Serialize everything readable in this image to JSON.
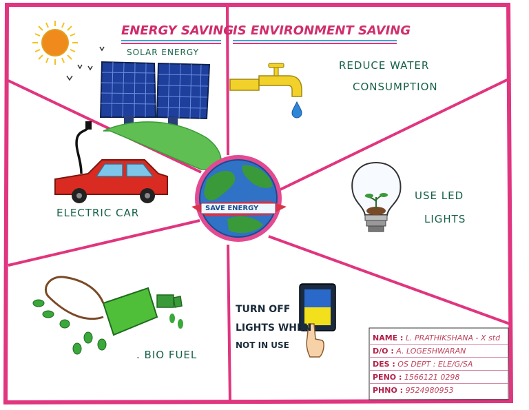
{
  "poster": {
    "title_left": "ENERGY SAVING",
    "title_right": "IS ENVIRONMENT SAVING",
    "solar_label": "SOLAR ENERGY",
    "water_label_line1": "REDUCE WATER",
    "water_label_line2": "CONSUMPTION",
    "car_label": "ELECTRIC CAR",
    "led_label_line1": "USE LED",
    "led_label_line2": "LIGHTS",
    "biofuel_label": ". BIO FUEL",
    "lights_label_line1": "TURN OFF",
    "lights_label_line2": "LIGHTS WHEN",
    "lights_label_line3": "NOT IN USE",
    "globe_banner": "SAVE ENERGY"
  },
  "info_box": {
    "rows": [
      {
        "key": "NAME :",
        "value": "L. PRATHIKSHANA - X std"
      },
      {
        "key": "D/O :",
        "value": "A. LOGESHWARAN"
      },
      {
        "key": "DES :",
        "value": "OS DEPT : ELE/G/SA"
      },
      {
        "key": "PENO :",
        "value": "1566121 0298"
      },
      {
        "key": "PHNO :",
        "value": "9524980953"
      }
    ]
  },
  "colors": {
    "border": "#e0357f",
    "accent_blue": "#3aa7d8",
    "text_green": "#16604a",
    "globe_blue": "#2f72c6",
    "globe_green": "#3a9a3a"
  }
}
